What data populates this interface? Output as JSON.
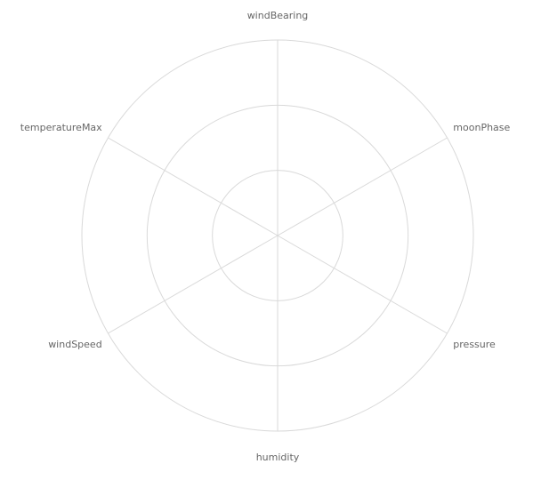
{
  "chart_data": {
    "type": "radar",
    "title": "",
    "axes": [
      "windBearing",
      "moonPhase",
      "pressure",
      "humidity",
      "windSpeed",
      "temperatureMax"
    ],
    "rings": 3,
    "grid": true,
    "series": [],
    "gridline_color": "#d9d9d9",
    "label_color": "#666666"
  }
}
